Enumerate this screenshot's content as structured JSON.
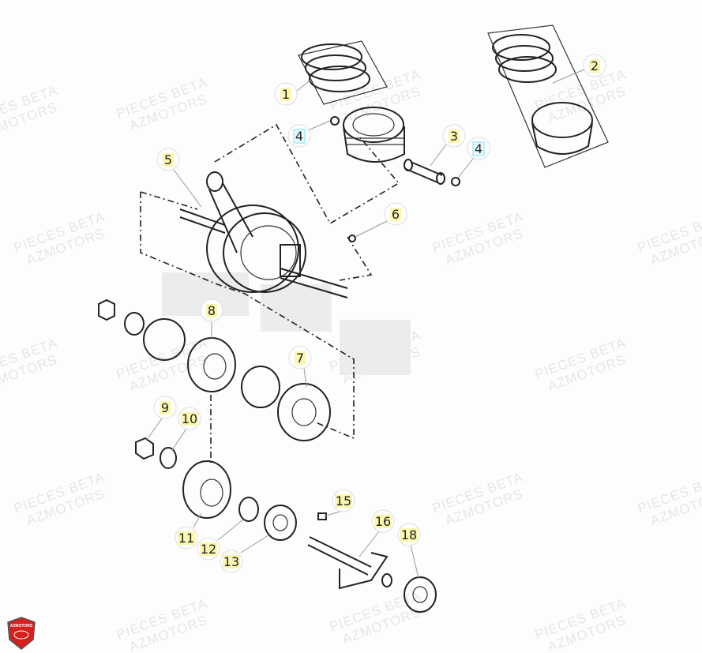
{
  "watermark": {
    "line1": "PIECES BETA",
    "line2": "AZMOTORS"
  },
  "logo": {
    "text": "AZMOTORS",
    "color": "#d62020"
  },
  "colors": {
    "label_highlight": "#fbf6b0",
    "label_highlight_alt": "#7fe3ee",
    "line": "#222222"
  },
  "callouts": [
    {
      "num": "1",
      "style": "yellow"
    },
    {
      "num": "2",
      "style": "yellow"
    },
    {
      "num": "3",
      "style": "yellow"
    },
    {
      "num": "4",
      "style": "cyan"
    },
    {
      "num": "4",
      "style": "cyan"
    },
    {
      "num": "5",
      "style": "yellow"
    },
    {
      "num": "6",
      "style": "yellow"
    },
    {
      "num": "7",
      "style": "yellow"
    },
    {
      "num": "8",
      "style": "yellow"
    },
    {
      "num": "9",
      "style": "yellow"
    },
    {
      "num": "10",
      "style": "yellow"
    },
    {
      "num": "11",
      "style": "yellow"
    },
    {
      "num": "12",
      "style": "yellow"
    },
    {
      "num": "13",
      "style": "yellow"
    },
    {
      "num": "15",
      "style": "yellow"
    },
    {
      "num": "16",
      "style": "yellow"
    },
    {
      "num": "18",
      "style": "yellow"
    }
  ]
}
